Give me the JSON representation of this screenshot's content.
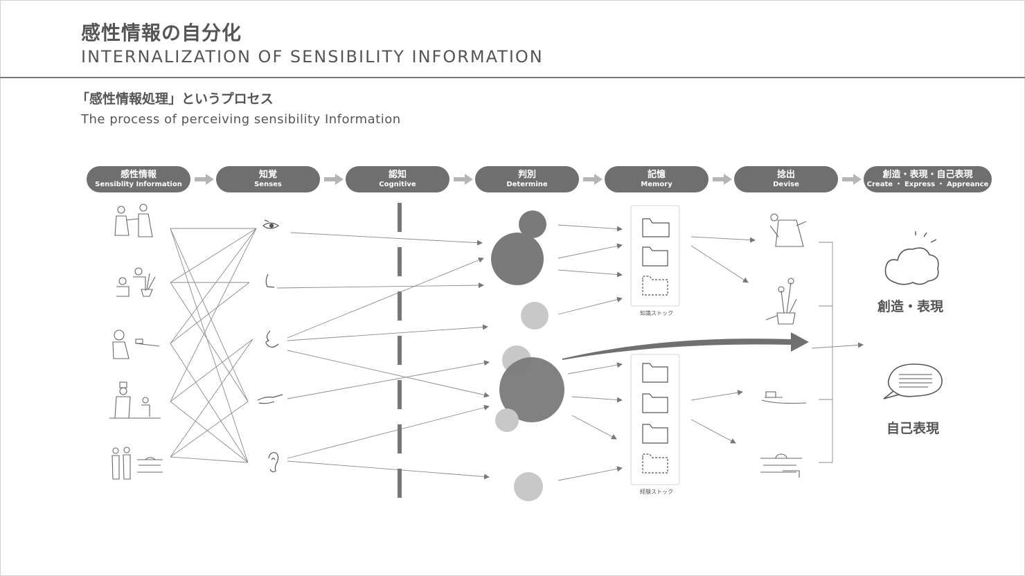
{
  "header": {
    "title_jp": "感性情報の自分化",
    "title_en": "INTERNALIZATION OF SENSIBILITY INFORMATION"
  },
  "section": {
    "title_jp": "「感性情報処理」というプロセス",
    "title_en": "The process of perceiving sensibility Information"
  },
  "steps": [
    {
      "jp": "感性情報",
      "en": "Sensiblity Information"
    },
    {
      "jp": "知覚",
      "en": "Senses"
    },
    {
      "jp": "認知",
      "en": "Cognitive"
    },
    {
      "jp": "判別",
      "en": "Determine"
    },
    {
      "jp": "記憶",
      "en": "Memory"
    },
    {
      "jp": "捻出",
      "en": "Devise"
    },
    {
      "jp": "創造・表現・自己表現",
      "en": "Create ・ Express ・ Appreance"
    }
  ],
  "memory": {
    "knowledge_caption": "知識ストック",
    "experience_caption": "経験ストック"
  },
  "outputs": {
    "create_express": "創造・表現",
    "self_expression": "自己表現"
  },
  "colors": {
    "pill_bg": "#6f6f6f",
    "circle_dark": "#7a7a7a",
    "circle_light": "#c8c8c8",
    "line": "#8a8a8a"
  }
}
